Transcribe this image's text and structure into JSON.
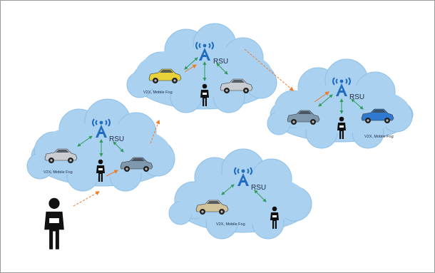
{
  "clouds": [
    {
      "rsu_label": "RSU",
      "caption": "V2X, Mobile Fog"
    },
    {
      "rsu_label": "RSU",
      "caption": "V2X, Mobile Fog"
    },
    {
      "rsu_label": "RSU",
      "caption": "V2X, Mobile Fog"
    },
    {
      "rsu_label": "RSU",
      "caption": "V2X, Mobile Fog"
    }
  ],
  "colors": {
    "cloud": "#aad1f0",
    "cloud_edge": "#8fc0e6",
    "antenna": "#1f6cc0",
    "link_arrow": "#2f9a5c",
    "move_arrow": "#ee7a2a",
    "person": "#111111",
    "car_yellow": "#e8d23a",
    "car_silver": "#c9ccd1",
    "car_blue": "#2f7ad0",
    "car_steel": "#7f98ad",
    "car_tan": "#d2c49a"
  },
  "icons": [
    "rsu-antenna-icon",
    "car-icon",
    "person-icon",
    "cloud-icon"
  ]
}
